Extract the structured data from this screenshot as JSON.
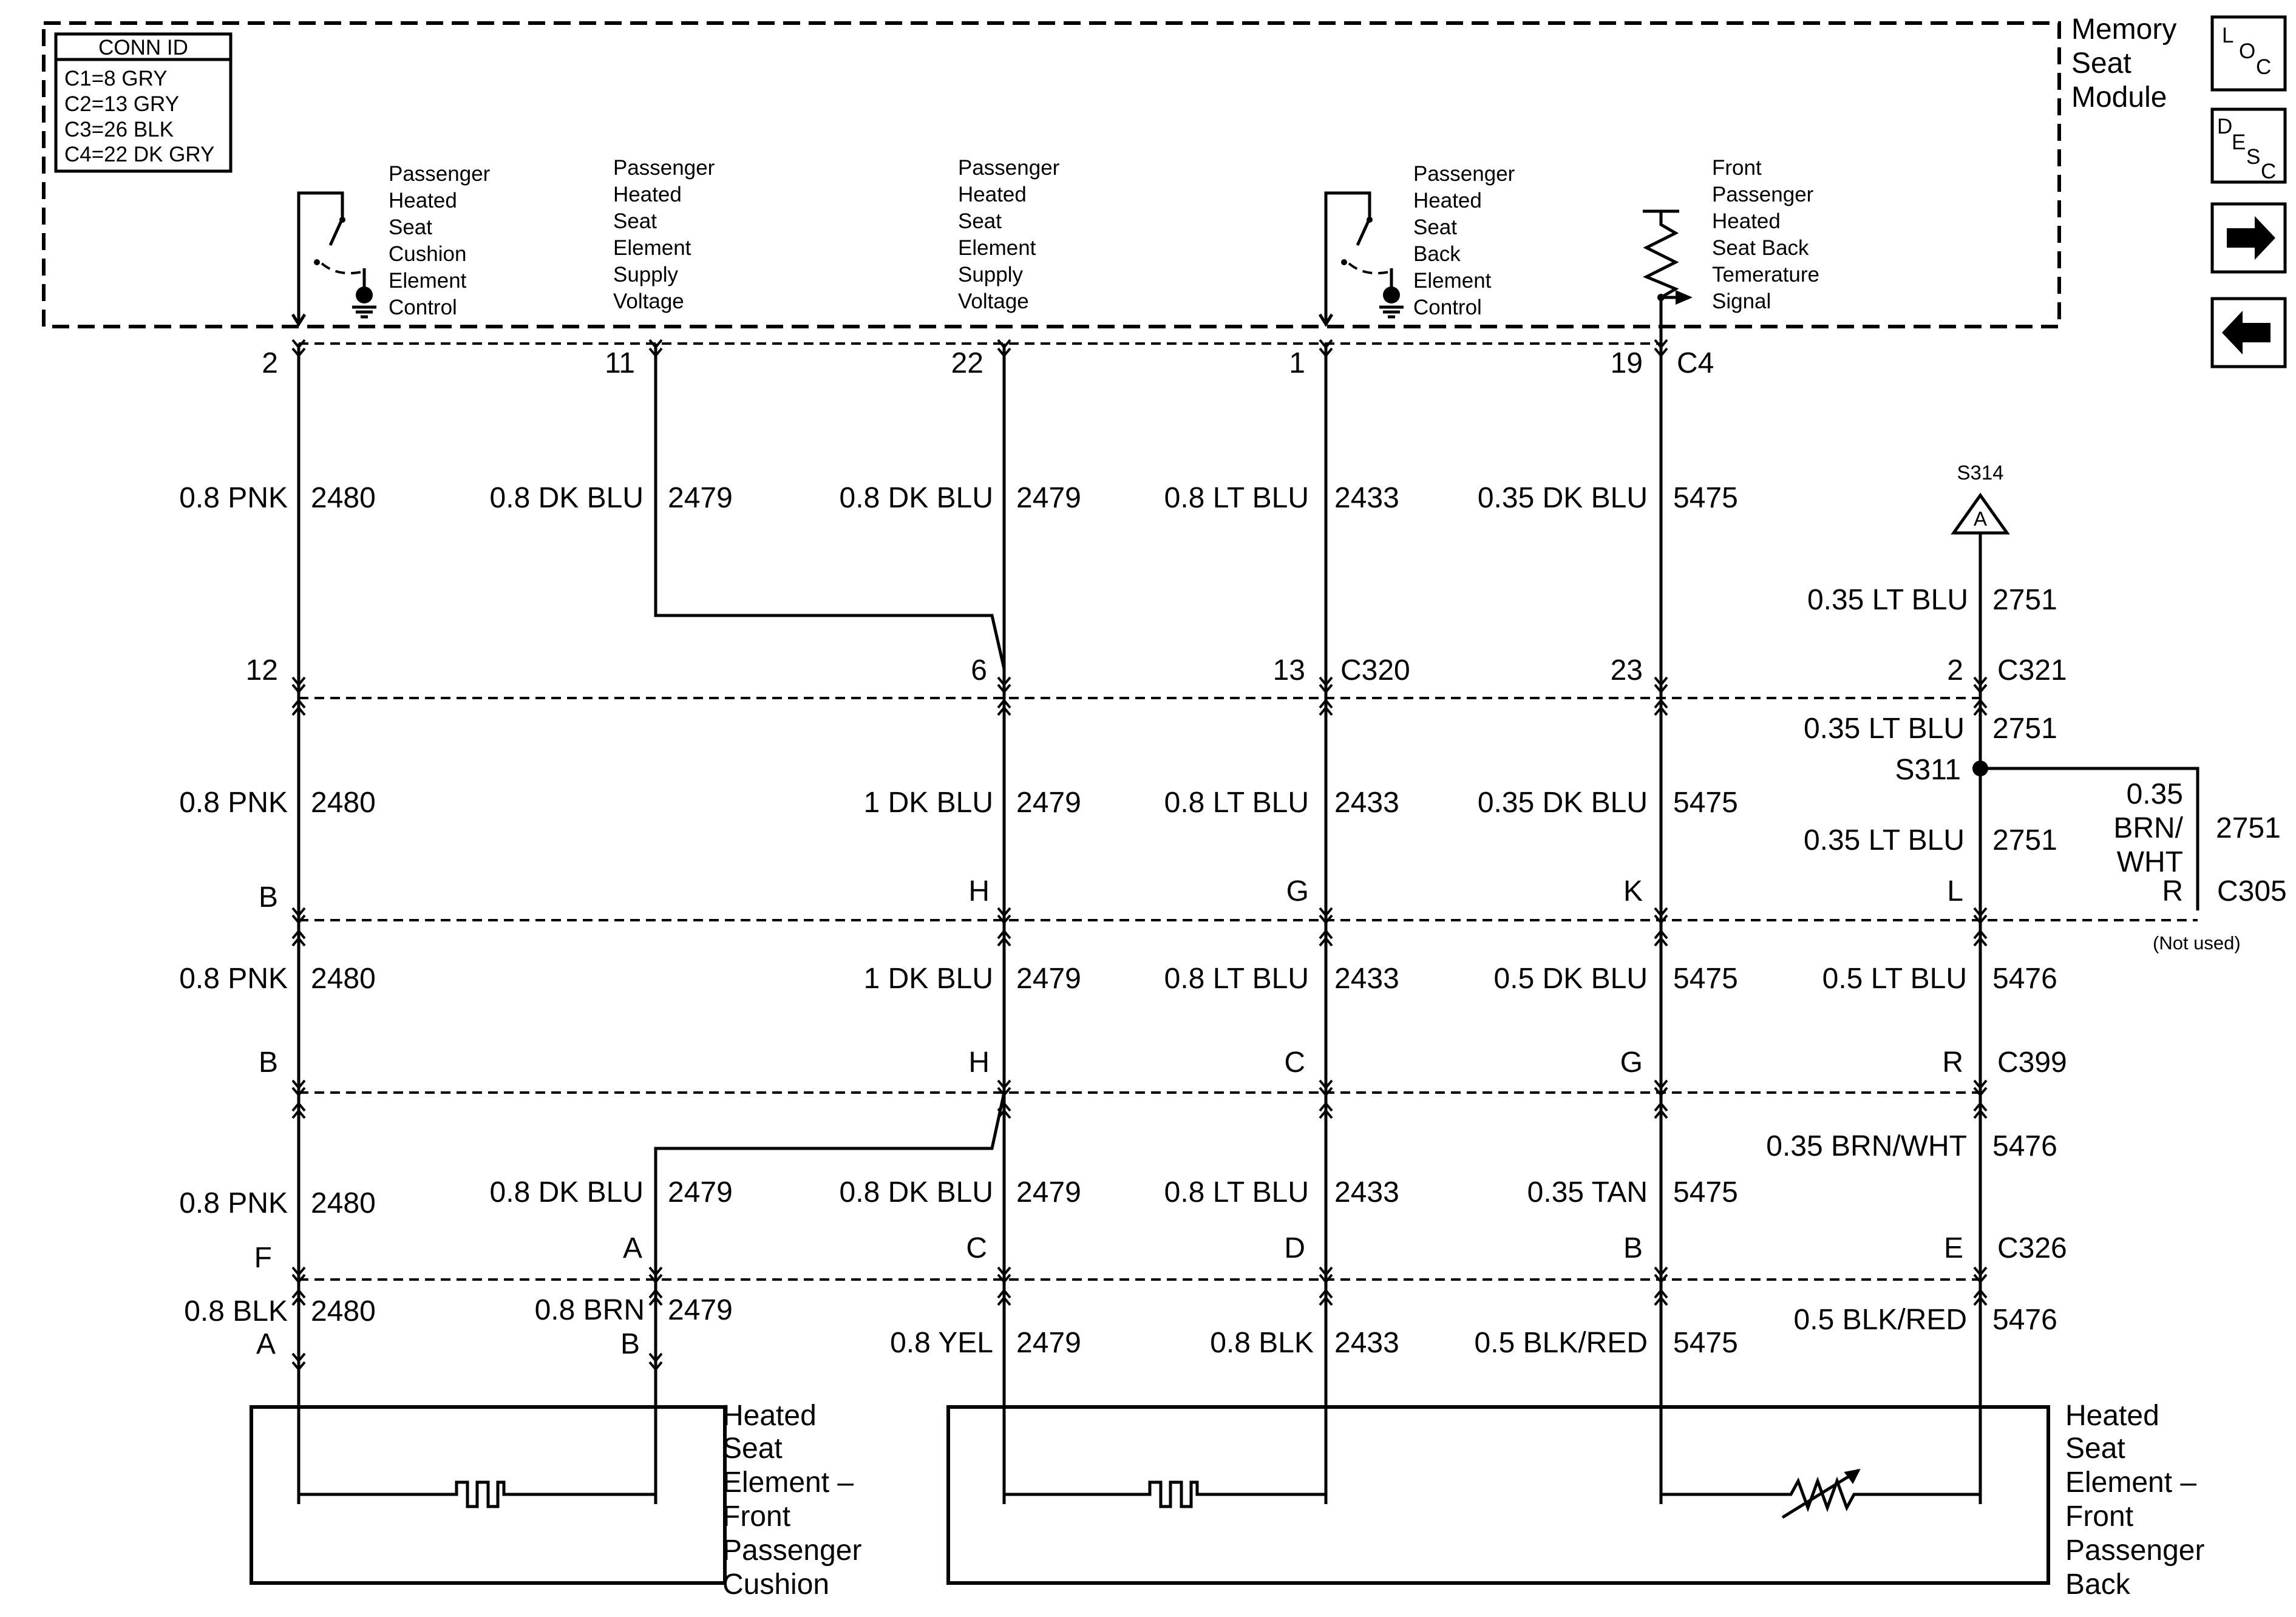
{
  "module": {
    "title_lines": [
      "Memory",
      "Seat",
      "Module"
    ]
  },
  "conn_id": {
    "title": "CONN ID",
    "rows": [
      "C1=8 GRY",
      "C2=13 GRY",
      "C3=26 BLK",
      "C4=22 DK GRY"
    ]
  },
  "nav": {
    "loc": [
      "L",
      "O",
      "C"
    ],
    "desc": [
      "D",
      "E",
      "S",
      "C"
    ],
    "next_icon": "arrow-right-icon",
    "prev_icon": "arrow-left-icon"
  },
  "functions": {
    "cushion_control": [
      "Passenger",
      "Heated",
      "Seat",
      "Cushion",
      "Element",
      "Control"
    ],
    "supply_11": [
      "Passenger",
      "Heated",
      "Seat",
      "Element",
      "Supply",
      "Voltage"
    ],
    "supply_22": [
      "Passenger",
      "Heated",
      "Seat",
      "Element",
      "Supply",
      "Voltage"
    ],
    "back_control": [
      "Passenger",
      "Heated",
      "Seat",
      "Back",
      "Element",
      "Control"
    ],
    "temp_signal": [
      "Front",
      "Passenger",
      "Heated",
      "Seat Back",
      "Temerature",
      "Signal"
    ]
  },
  "pins_c4": {
    "p1": "2",
    "p2": "11",
    "p3": "22",
    "p4": "1",
    "p5": "19",
    "conn": "C4"
  },
  "wires_top": {
    "w1": {
      "gauge": "0.8 PNK",
      "circuit": "2480"
    },
    "w2": {
      "gauge": "0.8 DK BLU",
      "circuit": "2479"
    },
    "w3": {
      "gauge": "0.8 DK BLU",
      "circuit": "2479"
    },
    "w4": {
      "gauge": "0.8 LT BLU",
      "circuit": "2433"
    },
    "w5": {
      "gauge": "0.35 DK BLU",
      "circuit": "5475"
    }
  },
  "splice_s314": {
    "name": "S314",
    "letter": "A",
    "gauge": "0.35 LT BLU",
    "circuit": "2751"
  },
  "row_c320": {
    "p1": "12",
    "p3": "6",
    "p4": "13",
    "conn": "C320",
    "p5": "23",
    "p6": "2",
    "conn2": "C321"
  },
  "wires_mid1": {
    "w1": {
      "gauge": "0.8 PNK",
      "circuit": "2480"
    },
    "w3": {
      "gauge": "1 DK BLU",
      "circuit": "2479"
    },
    "w4": {
      "gauge": "0.8 LT BLU",
      "circuit": "2433"
    },
    "w5": {
      "gauge": "0.35 DK BLU",
      "circuit": "5475"
    },
    "w6a": {
      "gauge": "0.35 LT BLU",
      "circuit": "2751"
    },
    "splice": "S311",
    "w6b": {
      "gauge": "0.35 LT BLU",
      "circuit": "2751"
    },
    "w7": {
      "gauge_lines": [
        "0.35",
        "BRN/",
        "WHT"
      ],
      "circuit": "2751"
    }
  },
  "row_c305": {
    "p1": "B",
    "p3": "H",
    "p4": "G",
    "p5": "K",
    "p6": "L",
    "p7": "R",
    "conn": "C305",
    "not_used": "(Not used)"
  },
  "wires_mid2": {
    "w1": {
      "gauge": "0.8 PNK",
      "circuit": "2480"
    },
    "w3": {
      "gauge": "1 DK BLU",
      "circuit": "2479"
    },
    "w4": {
      "gauge": "0.8 LT BLU",
      "circuit": "2433"
    },
    "w5": {
      "gauge": "0.5 DK BLU",
      "circuit": "5475"
    },
    "w6": {
      "gauge": "0.5 LT BLU",
      "circuit": "5476"
    }
  },
  "row_c399": {
    "p1": "B",
    "p3": "H",
    "p4": "C",
    "p5": "G",
    "p6": "R",
    "conn": "C399"
  },
  "wires_mid3": {
    "w6": {
      "gauge": "0.35 BRN/WHT",
      "circuit": "5476"
    },
    "w1": {
      "gauge": "0.8 PNK",
      "circuit": "2480"
    },
    "w2": {
      "gauge": "0.8 DK BLU",
      "circuit": "2479"
    },
    "w3": {
      "gauge": "0.8 DK BLU",
      "circuit": "2479"
    },
    "w4": {
      "gauge": "0.8 LT BLU",
      "circuit": "2433"
    },
    "w5": {
      "gauge": "0.35 TAN",
      "circuit": "5475"
    }
  },
  "row_c326": {
    "p1": "F",
    "p2": "A",
    "p3": "C",
    "p4": "D",
    "p5": "B",
    "p6": "E",
    "conn": "C326"
  },
  "wires_bottom": {
    "w1": {
      "gauge": "0.8 BLK",
      "circuit": "2480",
      "pin": "A"
    },
    "w2": {
      "gauge": "0.8 BRN",
      "circuit": "2479",
      "pin": "B"
    },
    "w3": {
      "gauge": "0.8 YEL",
      "circuit": "2479"
    },
    "w4": {
      "gauge": "0.8 BLK",
      "circuit": "2433"
    },
    "w5": {
      "gauge": "0.5 BLK/RED",
      "circuit": "5475"
    },
    "w6": {
      "gauge": "0.5 BLK/RED",
      "circuit": "5476"
    }
  },
  "components": {
    "cushion": [
      "Heated",
      "Seat",
      "Element –",
      "Front",
      "Passenger",
      "Cushion"
    ],
    "back": [
      "Heated",
      "Seat",
      "Element –",
      "Front",
      "Passenger",
      "Back"
    ]
  }
}
